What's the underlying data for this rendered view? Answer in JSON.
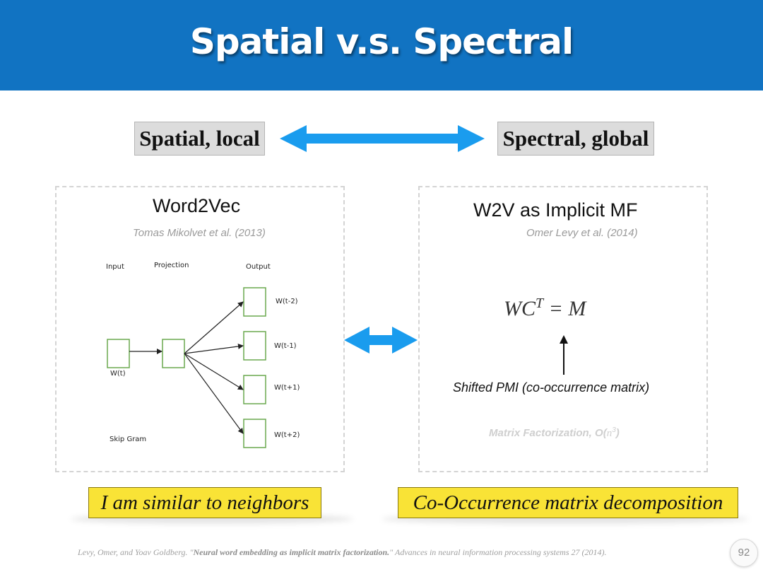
{
  "slide": {
    "title": "Spatial v.s. Spectral",
    "left_tag": "Spatial, local",
    "right_tag": "Spectral, global",
    "page_number": "92",
    "colors": {
      "header": "#1173c2",
      "arrow": "#1a9cee",
      "callout": "#f9e336",
      "tag_bg": "#dcdcdc",
      "node_border": "#6aa84f"
    }
  },
  "left_panel": {
    "title": "Word2Vec",
    "citation": "Tomas Mikolvet et al. (2013)",
    "diagram": {
      "input_label": "Input",
      "projection_label": "Projection",
      "output_label": "Output",
      "input_word": "W(t)",
      "outputs": [
        "W(t-2)",
        "W(t-1)",
        "W(t+1)",
        "W(t+2)"
      ],
      "caption": "Skip Gram"
    },
    "callout": "I am similar to neighbors"
  },
  "right_panel": {
    "title": "W2V as Implicit MF",
    "citation": "Omer Levy et al. (2014)",
    "equation_lhs": "WC",
    "equation_sup": "T",
    "equation_rhs": "= M",
    "shifted_pmi": "Shifted PMI (co-occurrence matrix)",
    "mf_text": "Matrix Factorization, O(",
    "mf_var": "n",
    "mf_sup": "3",
    "mf_close": ")",
    "callout": "Co-Occurrence matrix decomposition"
  },
  "footer": {
    "authors": "Levy, Omer, and Yoav Goldberg. \"",
    "paper_title": "Neural word embedding as implicit matrix factorization.",
    "venue": "\" Advances in neural information processing systems 27 (2014)."
  }
}
